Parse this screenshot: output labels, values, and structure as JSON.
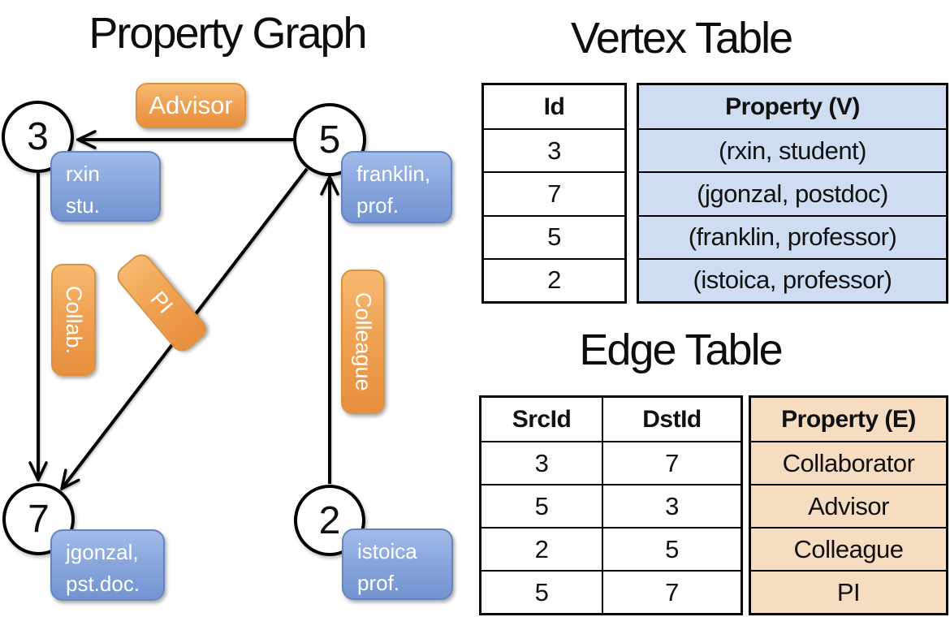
{
  "titles": {
    "graph": "Property Graph",
    "vertex_table": "Vertex Table",
    "edge_table": "Edge Table"
  },
  "graph": {
    "nodes": [
      {
        "id": "3",
        "lines": [
          "rxin",
          "stu."
        ]
      },
      {
        "id": "5",
        "lines": [
          "franklin,",
          "prof."
        ]
      },
      {
        "id": "7",
        "lines": [
          "jgonzal,",
          "pst.doc."
        ]
      },
      {
        "id": "2",
        "lines": [
          "istoica",
          "prof."
        ]
      }
    ],
    "edge_labels": {
      "advisor": "Advisor",
      "collab": "Collab.",
      "pi": "PI",
      "colleague": "Colleague"
    },
    "edges": [
      {
        "from": "5",
        "to": "3",
        "label": "Advisor"
      },
      {
        "from": "3",
        "to": "7",
        "label": "Collab."
      },
      {
        "from": "5",
        "to": "7",
        "label": "PI"
      },
      {
        "from": "2",
        "to": "5",
        "label": "Colleague"
      }
    ]
  },
  "vertex_table": {
    "columns": [
      "Id",
      "Property (V)"
    ],
    "rows": [
      [
        "3",
        "(rxin, student)"
      ],
      [
        "7",
        "(jgonzal, postdoc)"
      ],
      [
        "5",
        "(franklin, professor)"
      ],
      [
        "2",
        "(istoica, professor)"
      ]
    ]
  },
  "edge_table": {
    "columns": [
      "SrcId",
      "DstId",
      "Property (E)"
    ],
    "rows": [
      [
        "3",
        "7",
        "Collaborator"
      ],
      [
        "5",
        "3",
        "Advisor"
      ],
      [
        "2",
        "5",
        "Colleague"
      ],
      [
        "5",
        "7",
        "PI"
      ]
    ]
  },
  "colors": {
    "line": "#000000",
    "node_fill": "#ffffff",
    "node_border": "#000000",
    "vertex_chip": "#7e9cd6",
    "edge_chip": "#f0a254",
    "vertex_cell_bg": "#cfddf2",
    "edge_cell_bg": "#f6ddc2"
  }
}
